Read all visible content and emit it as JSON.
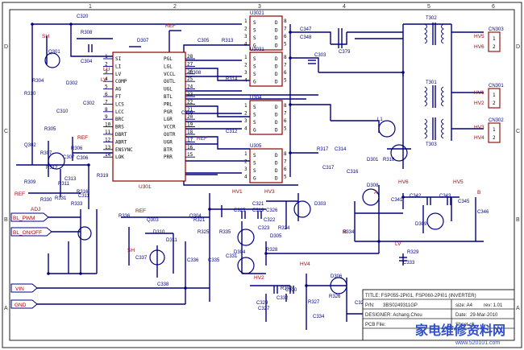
{
  "border": {
    "cols": [
      "1",
      "2",
      "3",
      "4",
      "5",
      "6"
    ],
    "rows": [
      "D",
      "C",
      "B",
      "A"
    ]
  },
  "ics": {
    "controller": {
      "ref": "U301",
      "left_pins": [
        {
          "num": "1",
          "name": "SI"
        },
        {
          "num": "2",
          "name": "LI"
        },
        {
          "num": "3",
          "name": "LV"
        },
        {
          "num": "4",
          "name": "COMP"
        },
        {
          "num": "5",
          "name": "AG"
        },
        {
          "num": "6",
          "name": "FT"
        },
        {
          "num": "7",
          "name": "LCS"
        },
        {
          "num": "8",
          "name": "LCC"
        },
        {
          "num": "9",
          "name": "BRC"
        },
        {
          "num": "10",
          "name": "BRS"
        },
        {
          "num": "11",
          "name": "DBRT"
        },
        {
          "num": "12",
          "name": "ABRT"
        },
        {
          "num": "13",
          "name": "ENSYNC"
        },
        {
          "num": "14",
          "name": "LOK"
        }
      ],
      "right_pins": [
        {
          "num": "28",
          "name": "PGL"
        },
        {
          "num": "27",
          "name": "LGL"
        },
        {
          "num": "26",
          "name": "VCCL"
        },
        {
          "num": "25",
          "name": "OUTL"
        },
        {
          "num": "24",
          "name": "UGL"
        },
        {
          "num": "23",
          "name": "BTL"
        },
        {
          "num": "22",
          "name": "PRL"
        },
        {
          "num": "21",
          "name": "PGR"
        },
        {
          "num": "20",
          "name": "LGR"
        },
        {
          "num": "19",
          "name": "VCCR"
        },
        {
          "num": "18",
          "name": "OUTR"
        },
        {
          "num": "17",
          "name": "UGR"
        },
        {
          "num": "16",
          "name": "BTR"
        },
        {
          "num": "15",
          "name": "PRR"
        }
      ]
    },
    "mosfets": [
      {
        "ref": "U3021",
        "pins_left": [
          "S",
          "S",
          "S",
          "G"
        ],
        "pins_right": [
          "D",
          "D",
          "D",
          "D"
        ],
        "nums_left": [
          "1",
          "2",
          "3",
          "4"
        ],
        "nums_right": [
          "8",
          "7",
          "6",
          "5"
        ]
      },
      {
        "ref": "U3031",
        "pins_left": [
          "S",
          "S",
          "S",
          "G"
        ],
        "pins_right": [
          "D",
          "D",
          "D",
          "D"
        ],
        "nums_left": [
          "1",
          "2",
          "3",
          "4"
        ],
        "nums_right": [
          "8",
          "7",
          "6",
          "5"
        ]
      },
      {
        "ref": "U304",
        "pins_left": [
          "S",
          "S",
          "S",
          "G"
        ],
        "pins_right": [
          "D",
          "D",
          "D",
          "D"
        ],
        "nums_left": [
          "1",
          "2",
          "3",
          "4"
        ],
        "nums_right": [
          "8",
          "7",
          "6",
          "5"
        ]
      },
      {
        "ref": "U305",
        "pins_left": [
          "S",
          "S",
          "S",
          "G"
        ],
        "pins_right": [
          "D",
          "D",
          "D",
          "D"
        ],
        "nums_left": [
          "1",
          "2",
          "3",
          "4"
        ],
        "nums_right": [
          "8",
          "7",
          "6",
          "5"
        ]
      }
    ]
  },
  "nets": {
    "ref": "REF",
    "sh": "SH",
    "lv": "LV",
    "lu": "LU",
    "adj": "ADJ",
    "hv1": "HV1",
    "hv2": "HV2",
    "hv3": "HV3",
    "hv4": "HV4",
    "hv5": "HV5",
    "hv6": "HV6",
    "a": "A",
    "b": "B"
  },
  "ports": {
    "bl_pwm": "BL_PWM",
    "bl_onoff": "BL_ON/OFF",
    "vin": "VIN",
    "gnd": "GND"
  },
  "connectors": [
    {
      "ref": "CN303",
      "pins": [
        "1",
        "2"
      ],
      "labels": [
        "HV5",
        "HV6"
      ]
    },
    {
      "ref": "CN301",
      "pins": [
        "1",
        "2"
      ],
      "labels": [
        "HV1",
        "HV2"
      ]
    },
    {
      "ref": "CN302",
      "pins": [
        "1",
        "2"
      ],
      "labels": [
        "HV3",
        "HV4"
      ]
    }
  ],
  "transformers": [
    "T302",
    "T301",
    "T303"
  ],
  "components": {
    "top": [
      "C320",
      "R308",
      "D307",
      "Q301",
      "R313",
      "C305",
      "C347",
      "C348",
      "C379",
      "C303",
      "R314",
      "C308",
      "C304",
      "C309"
    ],
    "mid": [
      "R305",
      "R307",
      "Q302",
      "C306",
      "C307",
      "R306",
      "R309",
      "R311",
      "C302",
      "R304",
      "R310",
      "R312",
      "C310",
      "C312",
      "C313",
      "R316",
      "R317",
      "C314",
      "L1",
      "R318",
      "C317",
      "C316",
      "D301",
      "D302",
      "C311",
      "R319",
      "R330",
      "R331"
    ],
    "bottom": [
      "D303",
      "C325",
      "C319",
      "C326",
      "R321",
      "C323",
      "R324",
      "R325",
      "D304",
      "C321",
      "C322",
      "D306",
      "C328",
      "C332",
      "R332",
      "Q303",
      "R333",
      "C333",
      "D308",
      "D309",
      "C341",
      "C342",
      "C343",
      "C345",
      "C346",
      "R335",
      "C327",
      "C334",
      "C329",
      "R327",
      "R326",
      "C330",
      "C331",
      "D305",
      "R328",
      "R329",
      "C335",
      "C336",
      "C337",
      "C338",
      "Q304",
      "R334",
      "R336",
      "D310",
      "D311"
    ]
  },
  "title_block": {
    "title": "TITLE: FSP055-2PI01, FSP060-2PI01 (INVERTER)",
    "pn_label": "P/N:",
    "pn": "3BS0249311GP",
    "size_label": "size: A4",
    "rev_label": "rev: 1.01",
    "designer_label": "DESIGNER: Achang.Chou",
    "date_label": "Date:",
    "date": "29-Mar-2010",
    "pcb_label": "PCB File:",
    "sheet_label": "Sheet of"
  },
  "watermark": {
    "name": "家电维修资料网",
    "url": "www.520101.com"
  },
  "colors": {
    "wire": "#000080",
    "ic_outline": "#8b0000",
    "net_label": "#b00000",
    "watermark": "#2f4fc8"
  }
}
